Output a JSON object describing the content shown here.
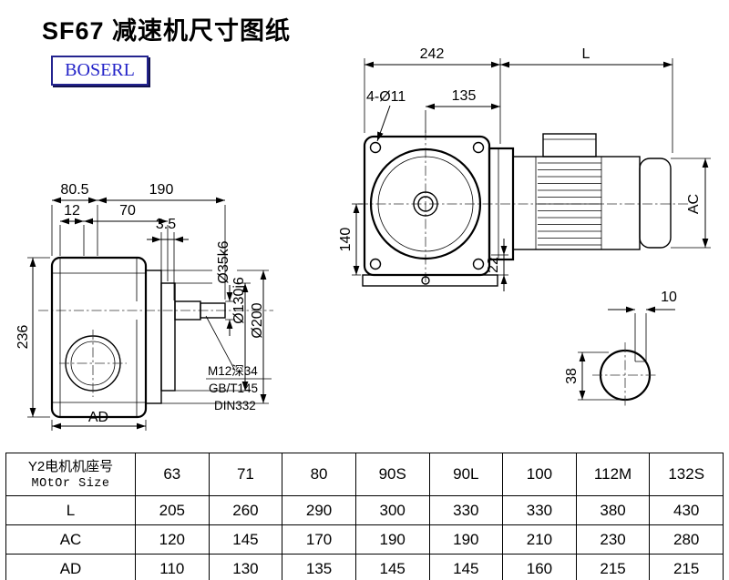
{
  "page": {
    "title": "SF67 减速机尺寸图纸",
    "logo": "BOSERL"
  },
  "drawing": {
    "dims": {
      "w80_5": "80.5",
      "w190": "190",
      "w12": "12",
      "w70": "70",
      "w3_5": "3.5",
      "h236": "236",
      "ad": "AD",
      "dia35": "Ø35k6",
      "dia130": "Ø130j6",
      "dia200": "Ø200",
      "w242": "242",
      "len": "L",
      "holes": "4-Ø11",
      "w135": "135",
      "h140": "140",
      "h22": "22",
      "ac": "AC",
      "key10": "10",
      "key38": "38"
    },
    "notes": {
      "tap": "M12深34",
      "std1": "GB/T145",
      "std2": "DIN332"
    }
  },
  "table": {
    "header": {
      "line1": "Y2电机机座号",
      "line2": "MOtOr Size"
    },
    "columns": [
      "63",
      "71",
      "80",
      "90S",
      "90L",
      "100",
      "112M",
      "132S"
    ],
    "rows": [
      {
        "label": "L",
        "values": [
          "205",
          "260",
          "290",
          "300",
          "330",
          "330",
          "380",
          "430"
        ]
      },
      {
        "label": "AC",
        "values": [
          "120",
          "145",
          "170",
          "190",
          "190",
          "210",
          "230",
          "280"
        ]
      },
      {
        "label": "AD",
        "values": [
          "110",
          "130",
          "135",
          "145",
          "145",
          "160",
          "215",
          "215"
        ]
      }
    ]
  }
}
